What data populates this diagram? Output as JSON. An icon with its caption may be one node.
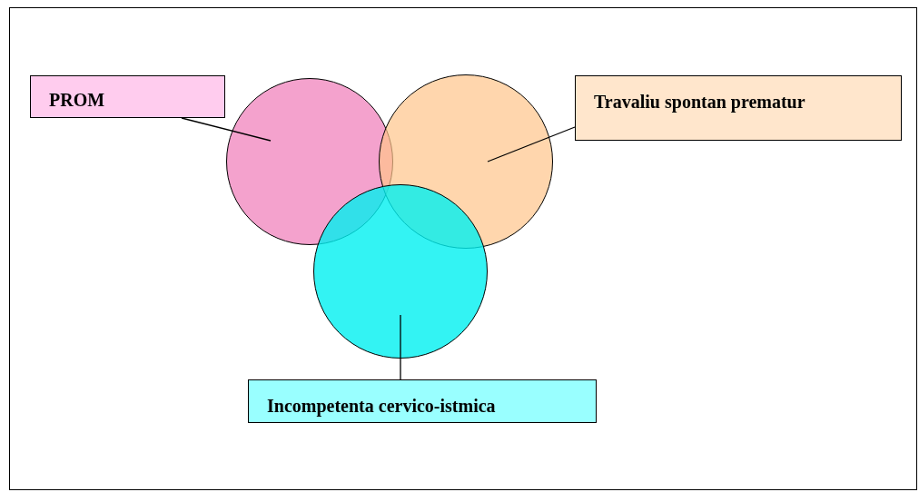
{
  "diagram": {
    "nodes": [
      {
        "text": [
          "PROM"
        ]
      },
      {
        "text": [
          "Travaliu spontan prematur"
        ]
      },
      {
        "text": [
          "Incompetenta cervico-istmica"
        ]
      },
      {
        "text": [],
        "shape": "circle"
      },
      {
        "text": [],
        "shape": "circle"
      },
      {
        "text": [],
        "shape": "circle"
      }
    ],
    "edges": [
      {
        "from": 0,
        "to": 3,
        "arrow": "none"
      },
      {
        "from": 1,
        "to": 4,
        "arrow": "none"
      },
      {
        "from": 2,
        "to": 5,
        "arrow": "none"
      }
    ]
  }
}
